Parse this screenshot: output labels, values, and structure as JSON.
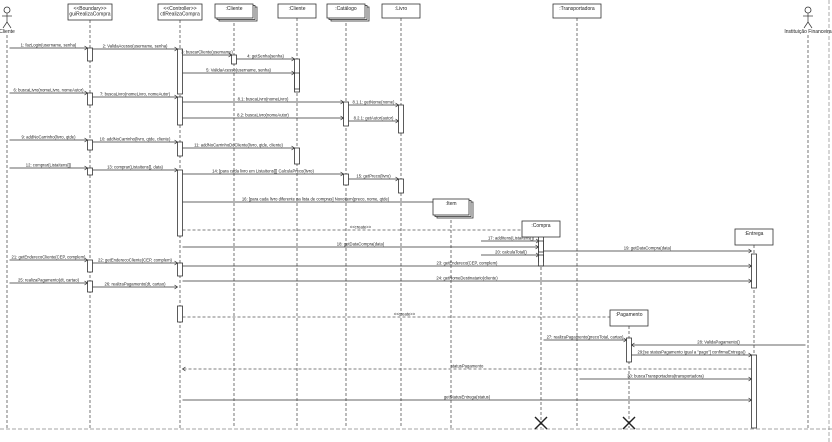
{
  "diagram": {
    "participants": [
      {
        "id": "cliente",
        "kind": "actor",
        "label": "Cliente"
      },
      {
        "id": "gui",
        "kind": "boundary",
        "label": "<<Boundary>>\nguiRealizaCompra"
      },
      {
        "id": "ctl",
        "kind": "control",
        "label": "<<Controller>>\nctlRealizaCompra"
      },
      {
        "id": "clienteMulti",
        "kind": "multi",
        "label": ":Cliente"
      },
      {
        "id": "clienteObj",
        "kind": "object",
        "label": ":Cliente"
      },
      {
        "id": "catalogo",
        "kind": "multi",
        "label": ":Catálogo"
      },
      {
        "id": "livro",
        "kind": "object",
        "label": ":Livro"
      },
      {
        "id": "item",
        "kind": "created",
        "label": ":Item"
      },
      {
        "id": "compra",
        "kind": "created",
        "label": ":Compra"
      },
      {
        "id": "transp",
        "kind": "object",
        "label": ":Transportadora"
      },
      {
        "id": "pagamento",
        "kind": "created",
        "label": ":Pagamento"
      },
      {
        "id": "entrega",
        "kind": "created",
        "label": ":Entrega"
      },
      {
        "id": "instFin",
        "kind": "actor",
        "label": "Instituição Financeira"
      }
    ],
    "messages": [
      {
        "from": "cliente",
        "to": "gui",
        "label": "1: fazLogin(username, senha)",
        "ret": false
      },
      {
        "from": "gui",
        "to": "ctl",
        "label": "2: ValidaAcesso(username, senha)",
        "ret": false
      },
      {
        "from": "ctl",
        "to": "clienteMulti",
        "label": "3: buscarCliente(username)",
        "ret": false
      },
      {
        "from": "clienteMulti",
        "to": "clienteObj",
        "label": "4: getSenha(senha)",
        "ret": false
      },
      {
        "from": "ctl",
        "to": "clienteObj",
        "label": "5: ValidaAcesso(username, senha)",
        "ret": false
      },
      {
        "from": "cliente",
        "to": "gui",
        "label": "6: buscaLivro(nomeLivro, nomeAutor)",
        "ret": false
      },
      {
        "from": "gui",
        "to": "ctl",
        "label": "7: buscaLivro(nomeLivro, nomeAutor)",
        "ret": false
      },
      {
        "from": "ctl",
        "to": "catalogo",
        "label": "8.1: buscaLivro(nomeLivro)",
        "ret": false
      },
      {
        "from": "catalogo",
        "to": "livro",
        "label": "8.1.1: getNome(nome)",
        "ret": false
      },
      {
        "from": "ctl",
        "to": "catalogo",
        "label": "8.2: buscaLivro(nomeAutor)",
        "ret": false
      },
      {
        "from": "catalogo",
        "to": "livro",
        "label": "8.2.1: getAutor(autor)",
        "ret": false
      },
      {
        "from": "cliente",
        "to": "gui",
        "label": "9: addNoCarrinho(livro, qtde)",
        "ret": false
      },
      {
        "from": "gui",
        "to": "ctl",
        "label": "10: addNoCarrinho(livro, qtde, cliente)",
        "ret": false
      },
      {
        "from": "ctl",
        "to": "clienteObj",
        "label": "11: addNoCarrinhoDoCliente(livro, qtde, cliente)",
        "ret": false
      },
      {
        "from": "cliente",
        "to": "gui",
        "label": "12: comprar(ListaItens[])",
        "ret": false
      },
      {
        "from": "gui",
        "to": "ctl",
        "label": "13: comprar(ListaItens[], data)",
        "ret": false
      },
      {
        "from": "ctl",
        "to": "catalogo",
        "label": "14: [para cada livro em ListaItens[]] CalculaPreco(livro)",
        "ret": false
      },
      {
        "from": "catalogo",
        "to": "livro",
        "label": "15: getPreco(livro)",
        "ret": false
      },
      {
        "from": "ctl",
        "to": "item",
        "label": "16: [para cada livro diferente na lista de compras] NovoItem(preco, nome, qtde)",
        "ret": false
      },
      {
        "from": "ctl",
        "to": "compra",
        "label": "<<create>>",
        "ret": true
      },
      {
        "from": "compra",
        "to": "compra",
        "label": "17: addItens(ListaItens[])",
        "ret": false
      },
      {
        "from": "ctl",
        "to": "compra",
        "label": "18: getDataCompra(data)",
        "ret": false
      },
      {
        "from": "compra",
        "to": "compra",
        "label": "20: calculaTotal()",
        "ret": false
      },
      {
        "from": "compra",
        "to": "entrega",
        "label": "19: getDataCompra(data)",
        "ret": false
      },
      {
        "from": "cliente",
        "to": "gui",
        "label": "21: getEnderecoCliente(CEP, complem)",
        "ret": false
      },
      {
        "from": "gui",
        "to": "ctl",
        "label": "22: getEnderecoCliente(CEP, complem)",
        "ret": false
      },
      {
        "from": "ctl",
        "to": "entrega",
        "label": "23: getEndereco(CEP, complem)",
        "ret": false
      },
      {
        "from": "ctl",
        "to": "entrega",
        "label": "24: getNomeDestinatario(cliente)",
        "ret": false
      },
      {
        "from": "cliente",
        "to": "gui",
        "label": "25: realizaPagamento(dt, cartao)",
        "ret": false
      },
      {
        "from": "gui",
        "to": "ctl",
        "label": "26: realizaPagamento(dt, cartao)",
        "ret": false
      },
      {
        "from": "ctl",
        "to": "pagamento",
        "label": "<<create>>",
        "ret": true
      },
      {
        "from": "compra",
        "to": "pagamento",
        "label": "27: realizaPagamento(precoTotal, cartao)",
        "ret": false
      },
      {
        "from": "instFin",
        "to": "pagamento",
        "label": "28: ValidaPagamento()",
        "ret": false
      },
      {
        "from": "pagamento",
        "to": "entrega",
        "label": "29:[se statusPagamento igual a \"pago\"] confirmaEntrega()",
        "ret": false
      },
      {
        "from": "entrega",
        "to": "ctl",
        "label": "statusPagamento",
        "ret": true
      },
      {
        "from": "transp",
        "to": "entrega",
        "label": "30: buscaTransportadora(transportadora)",
        "ret": false
      },
      {
        "from": "ctl",
        "to": "entrega",
        "label": "getStatusEntrega(status)",
        "ret": false
      }
    ]
  }
}
